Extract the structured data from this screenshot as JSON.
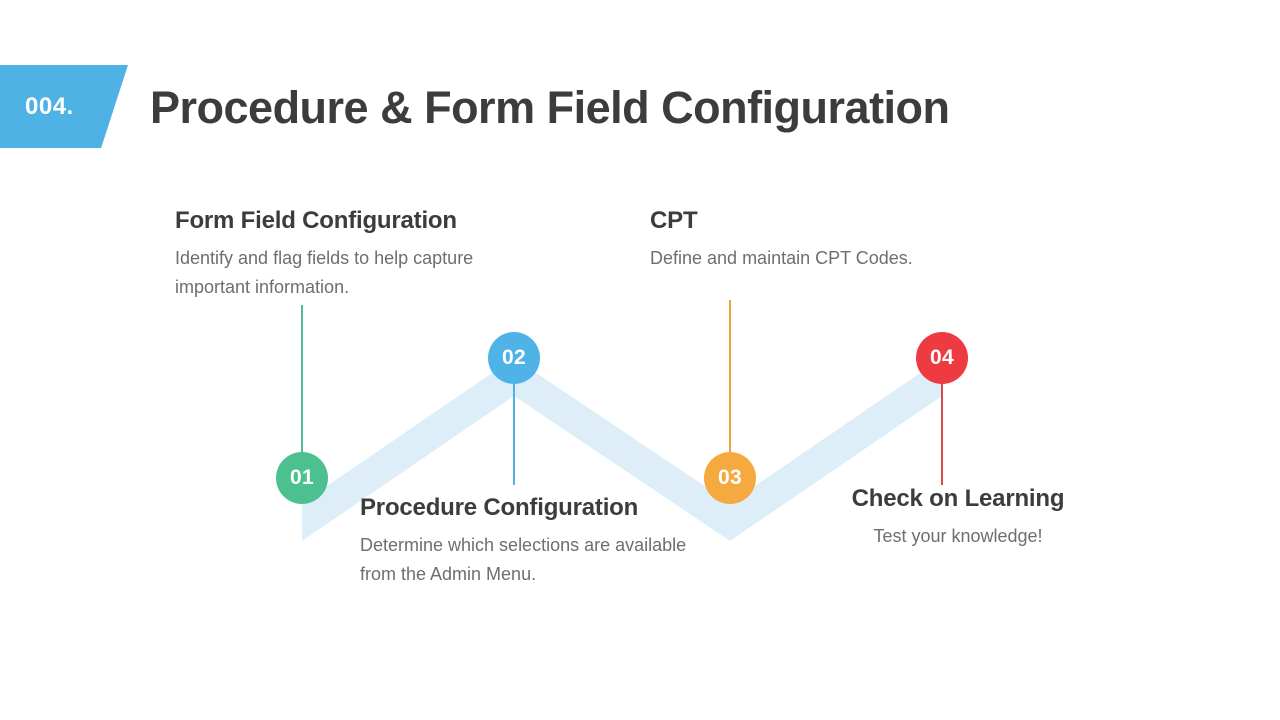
{
  "header": {
    "badge_number": "004.",
    "badge_color": "#4EB3E4",
    "title": "Procedure & Form Field Configuration",
    "title_color": "#3C3C3C"
  },
  "diagram": {
    "ribbon_color": "#DEEEF9",
    "steps": [
      {
        "number": "01",
        "color": "#4CC18F",
        "heading": "Form Field Configuration",
        "body": "Identify and flag fields to help capture important information.",
        "label_position": "above"
      },
      {
        "number": "02",
        "color": "#4FB3E8",
        "heading": "Procedure Configuration",
        "body": "Determine which selections are available from the Admin Menu.",
        "label_position": "below"
      },
      {
        "number": "03",
        "color": "#F5A93F",
        "heading": "CPT",
        "body": "Define and maintain CPT Codes.",
        "label_position": "above"
      },
      {
        "number": "04",
        "color": "#EE3B41",
        "heading": "Check on Learning",
        "body": "Test your knowledge!",
        "label_position": "below"
      }
    ]
  }
}
